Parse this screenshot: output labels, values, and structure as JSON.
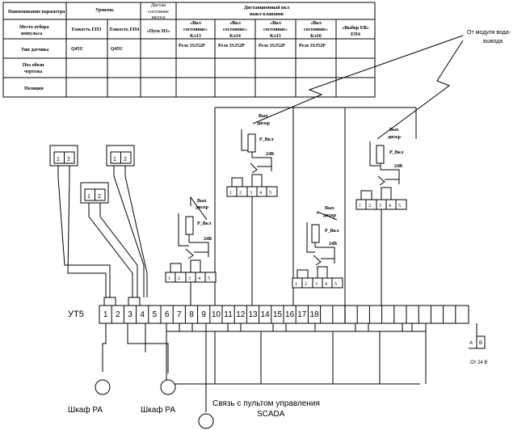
{
  "table": {
    "headers": {
      "param_name": "Наименование параметра",
      "level": "Уровень",
      "remote_pump_state": [
        "Дистан",
        "состояние",
        "насоса"
      ],
      "remote_valves": [
        "Дистанционный вкл",
        "выкл клапанов"
      ]
    },
    "row_labels": {
      "sampling_point": [
        "Место отбора",
        "импульса"
      ],
      "sensor_type": "Тип датчика",
      "drawing_pos": [
        "Поз обозн",
        "чертежа"
      ],
      "position": "Позиция"
    },
    "sampling_cells": {
      "tank_ep3": "Емкость ЕП3",
      "tank_ep4": "Емкость ЕП4",
      "pump_start": "«Пуск Н3»",
      "kl13": [
        "«Вкл",
        "состояние»",
        "Кл13"
      ],
      "kl14": [
        "«Вкл",
        "состояние»",
        "Кл14"
      ],
      "kl15": [
        "«Вкл",
        "состояние»",
        "Кл15"
      ],
      "kl16": [
        "«Вкл",
        "состояние»",
        "Кл16"
      ],
      "ev_select": [
        "«Выбор ЕВ»",
        "ЕП4"
      ]
    },
    "sensor_cells": {
      "tank_ep3": "Q45U",
      "tank_ep4": "Q45U",
      "kl13": "Реле 3SJ52P",
      "kl14": "Реле 3SJ52P",
      "kl15": "Реле 3SJ52P",
      "kl16": "Реле 3SJ52P"
    }
  },
  "io_module_label": [
    "От модуля вода-",
    "вывода"
  ],
  "sensor_connector": {
    "pin1": "1",
    "pin2": "2"
  },
  "relay": {
    "out_label": [
      "Вых",
      "дискр"
    ],
    "coil_label": "Р_Вкл",
    "voltage": "24В",
    "pins": [
      "1",
      "2",
      "3",
      "4",
      "5"
    ]
  },
  "terminal_block": {
    "name": "УТ5",
    "numbers": [
      "1",
      "2",
      "3",
      "4",
      "5",
      "6",
      "7",
      "8",
      "9",
      "10",
      "11",
      "12",
      "13",
      "14",
      "15",
      "16",
      "17",
      "18"
    ]
  },
  "power_label": "От 24 В",
  "power_terminals": {
    "a": "А",
    "b": "В"
  },
  "cabinet_ra_1": "Шкаф РА",
  "cabinet_ra_2": "Шкаф РА",
  "scada_label": [
    "Связь с пультом управления",
    "SCADA"
  ]
}
